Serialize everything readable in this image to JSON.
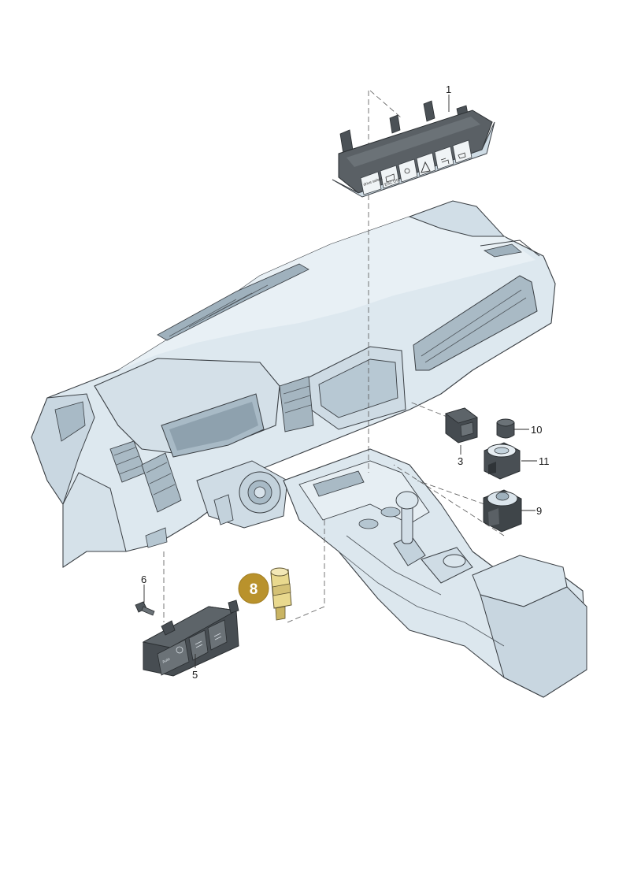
{
  "diagram": {
    "callouts": [
      {
        "id": "1",
        "label": "1"
      },
      {
        "id": "3",
        "label": "3"
      },
      {
        "id": "5",
        "label": "5"
      },
      {
        "id": "6",
        "label": "6"
      },
      {
        "id": "9",
        "label": "9"
      },
      {
        "id": "10",
        "label": "10"
      },
      {
        "id": "11",
        "label": "11"
      }
    ],
    "highlight": {
      "label": "8",
      "color": "#b9922c"
    },
    "colors": {
      "part_fill": "#dde8ef",
      "part_shade": "#c6d6e1",
      "switch_fill": "#4c5257",
      "connector_fill": "#ecdc98",
      "outline": "#3a3f44"
    },
    "switch_buttons": {
      "hazard_panel": [
        "drive select",
        "ESC OFF",
        "",
        "",
        "",
        ""
      ],
      "light_panel": [
        "Auto"
      ]
    }
  }
}
